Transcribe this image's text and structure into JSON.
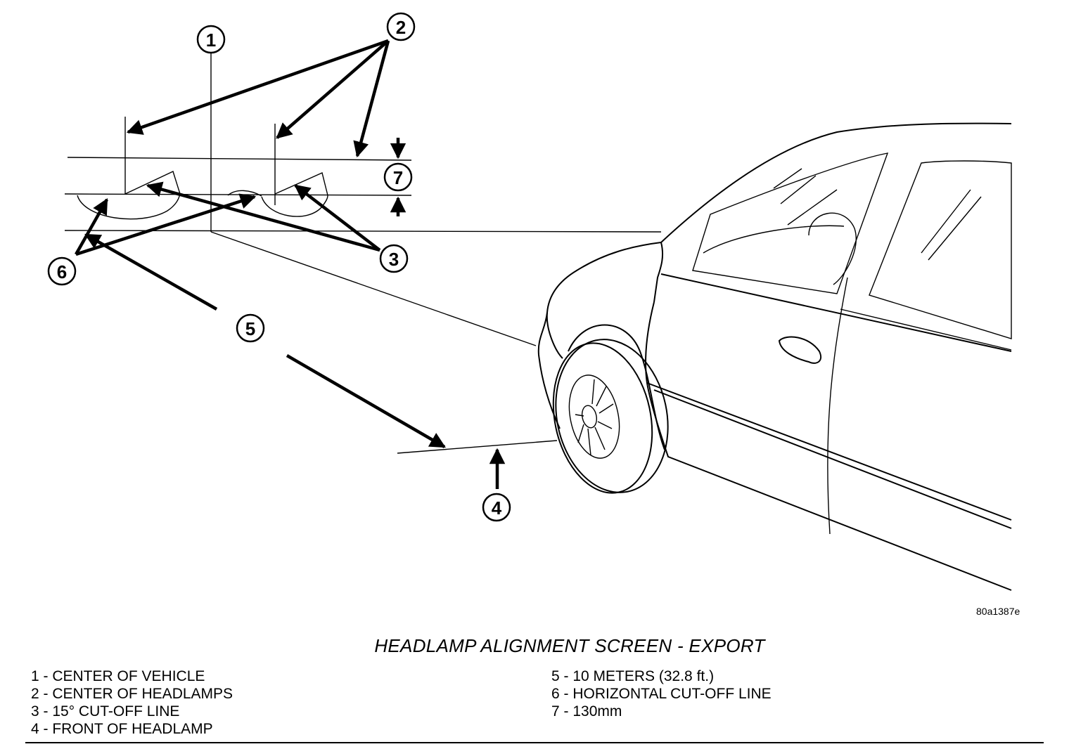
{
  "figure": {
    "title": "HEADLAMP ALIGNMENT SCREEN - EXPORT",
    "figure_id": "80a1387e"
  },
  "callouts": [
    {
      "number": "1",
      "label": "CENTER OF VEHICLE"
    },
    {
      "number": "2",
      "label": "CENTER OF HEADLAMPS"
    },
    {
      "number": "3",
      "label": "15° CUT-OFF LINE"
    },
    {
      "number": "4",
      "label": "FRONT OF HEADLAMP"
    },
    {
      "number": "5",
      "label": "10 METERS (32.8 ft.)"
    },
    {
      "number": "6",
      "label": "HORIZONTAL CUT-OFF LINE"
    },
    {
      "number": "7",
      "label": "130mm"
    }
  ],
  "legend": {
    "left": [
      "1 - CENTER OF VEHICLE",
      "2 - CENTER OF HEADLAMPS",
      "3 - 15° CUT-OFF LINE",
      "4 - FRONT OF HEADLAMP"
    ],
    "right": [
      "5 - 10 METERS (32.8 ft.)",
      "6 - HORIZONTAL CUT-OFF LINE",
      "7 - 130mm"
    ]
  }
}
